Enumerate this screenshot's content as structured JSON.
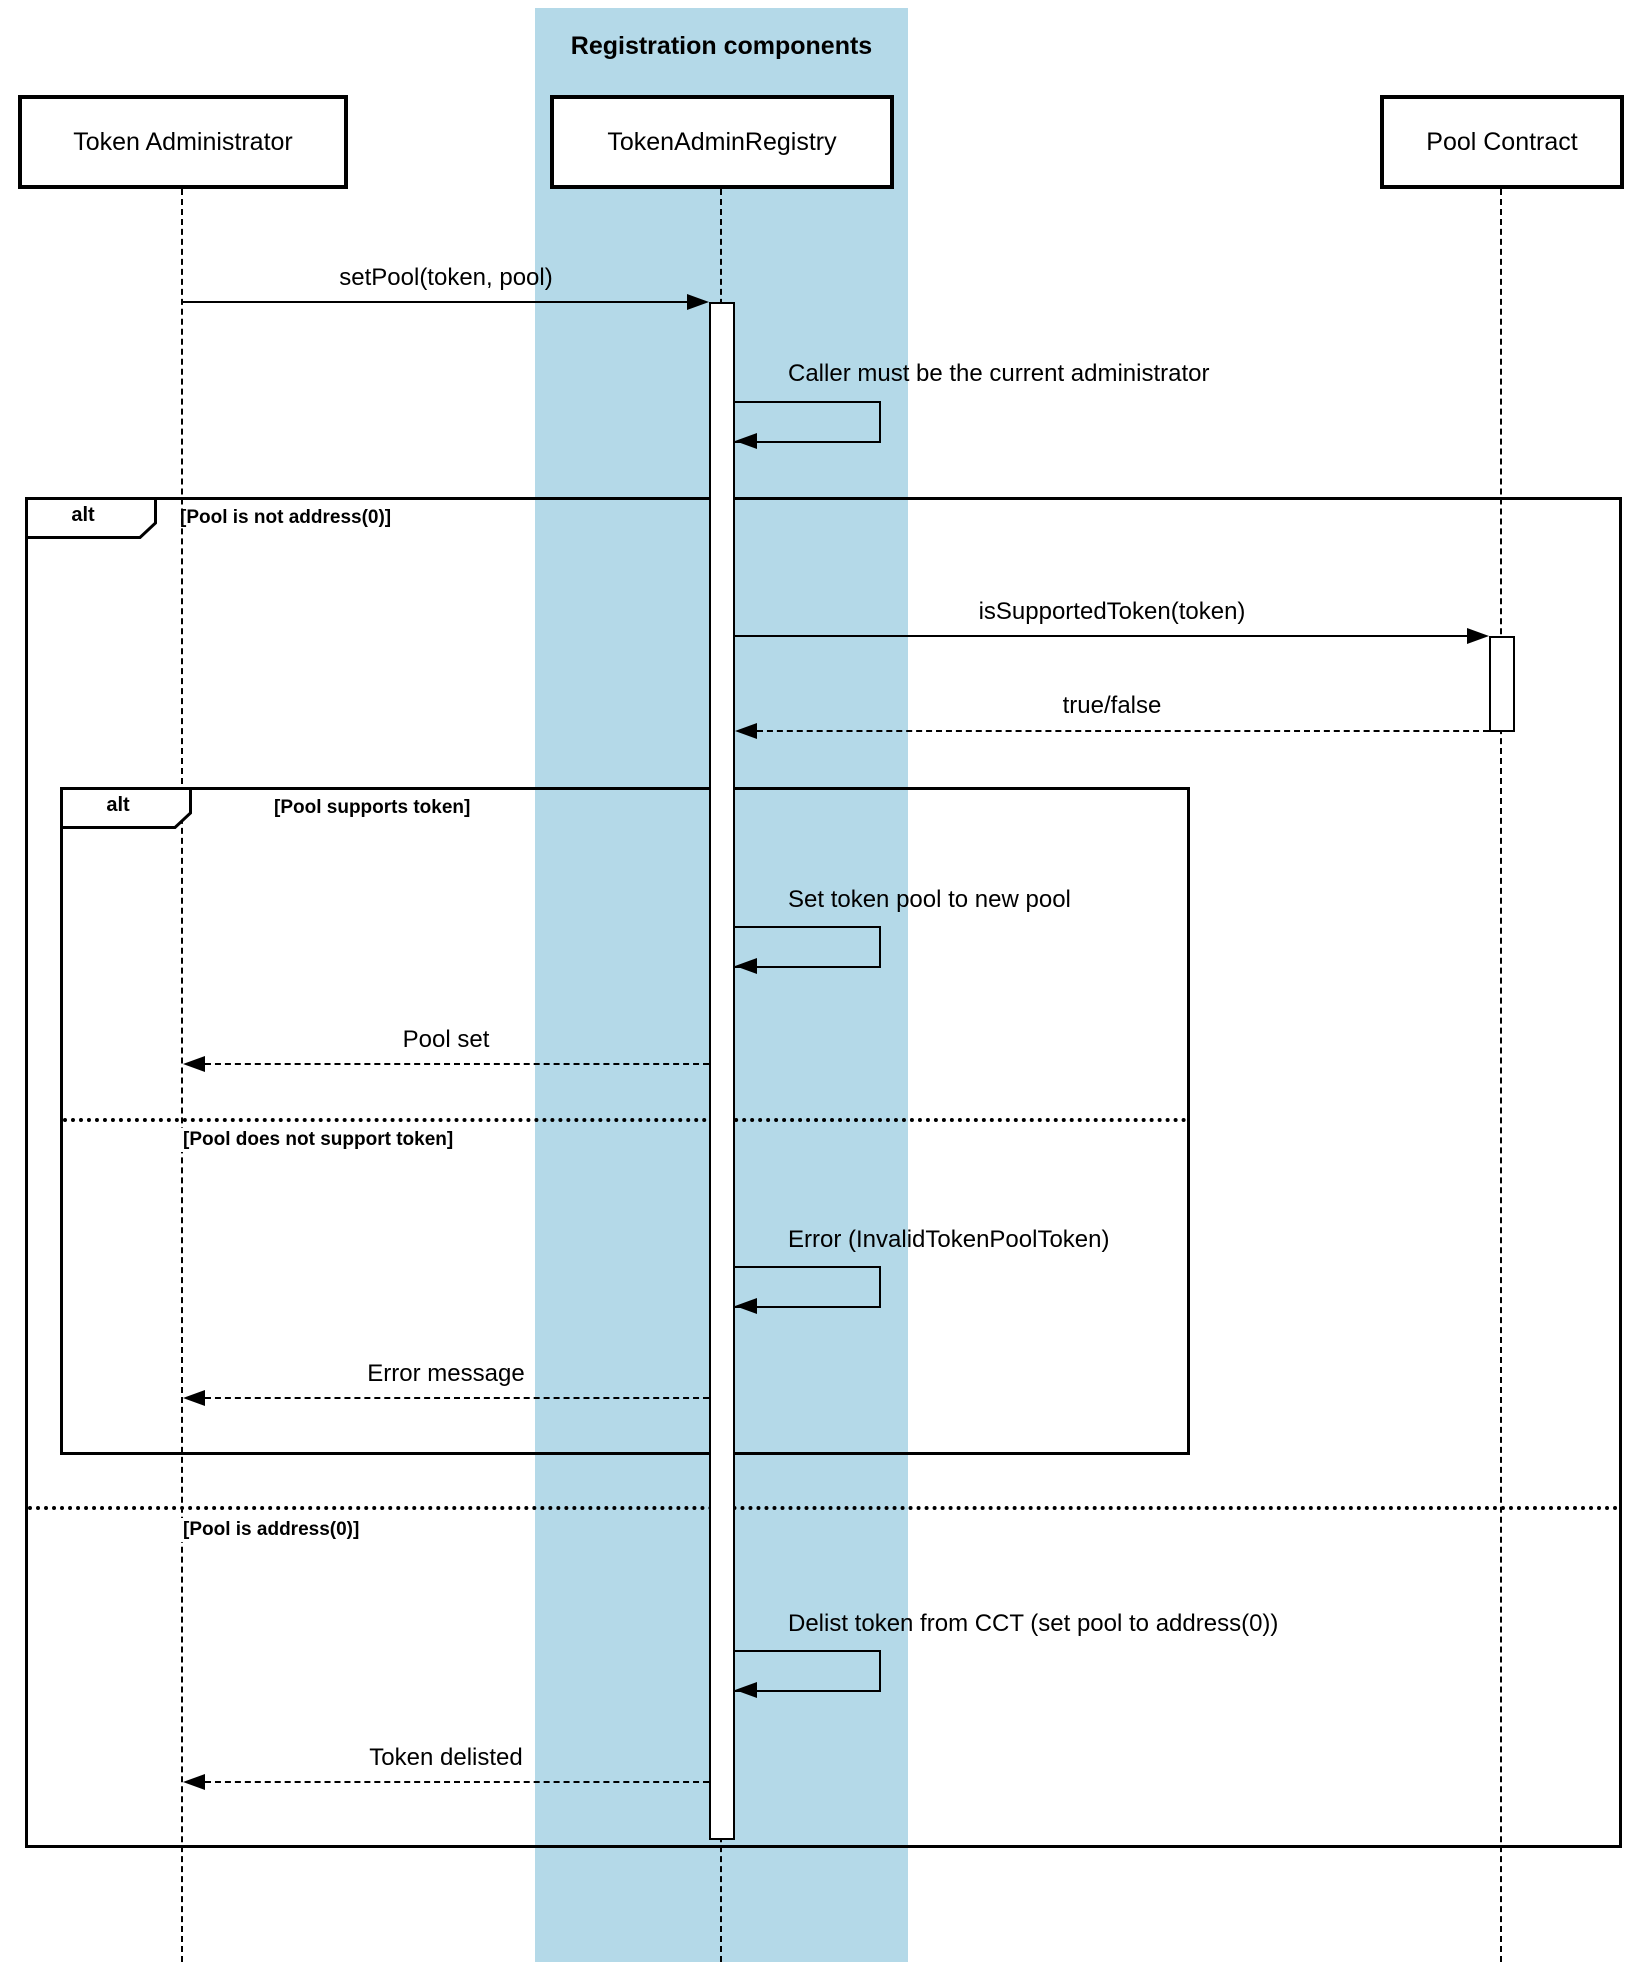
{
  "diagram": {
    "band": {
      "title": "Registration components"
    },
    "participants": {
      "token_admin": {
        "label": "Token Administrator"
      },
      "registry": {
        "label": "TokenAdminRegistry"
      },
      "pool_contract": {
        "label": "Pool Contract"
      }
    },
    "fragments": {
      "outer": {
        "operator": "alt",
        "guard_top": "[Pool is not address(0)]",
        "guard_bottom": "[Pool is address(0)]"
      },
      "inner": {
        "operator": "alt",
        "guard_top": "[Pool supports token]",
        "guard_bottom": "[Pool does not support token]"
      }
    },
    "messages": {
      "set_pool": {
        "label": "setPool(token, pool)"
      },
      "caller_check": {
        "label": "Caller must be the current administrator"
      },
      "is_supported_token": {
        "label": "isSupportedToken(token)"
      },
      "supported_response": {
        "label": "true/false"
      },
      "set_token_pool": {
        "label": "Set token pool to new pool"
      },
      "pool_set": {
        "label": "Pool set"
      },
      "invalid_pool_error": {
        "label": "Error (InvalidTokenPoolToken)"
      },
      "error_message": {
        "label": "Error message"
      },
      "delist_token": {
        "label": "Delist token from CCT (set pool to address(0))"
      },
      "token_delisted": {
        "label": "Token delisted"
      }
    },
    "colors": {
      "band_fill": "#b4d9e8",
      "stroke": "#000000",
      "activation_fill": "#ffffff"
    }
  }
}
